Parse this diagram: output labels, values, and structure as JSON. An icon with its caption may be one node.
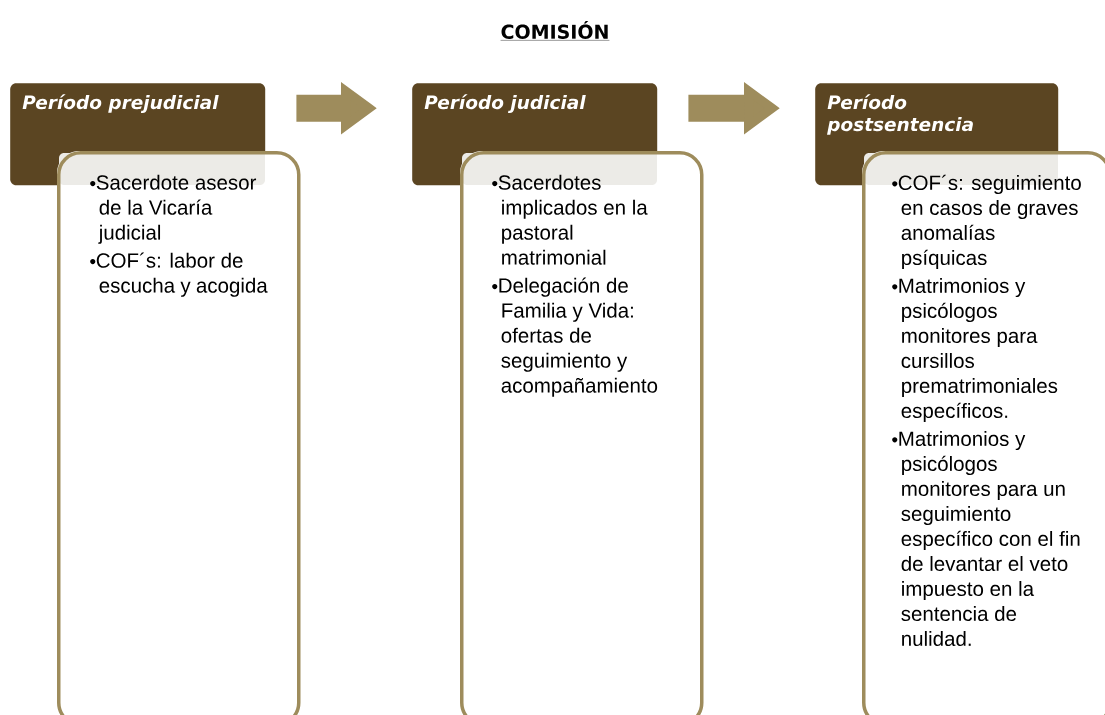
{
  "diagram": {
    "title": "COMISIÓN",
    "nodes": [
      {
        "text": [
          "Período prejudicial"
        ]
      },
      {
        "text": [
          "Sacerdote asesor de la Vicaría judicial",
          "COF´s: labor de escucha y acogida"
        ]
      },
      {
        "text": [
          "Período judicial"
        ]
      },
      {
        "text": [
          "Sacerdotes implicados en la pastoral matrimonial",
          "Delegación de Familia y Vida: ofertas de seguimiento y acompañamiento"
        ]
      },
      {
        "text": [
          "Período postsentencia"
        ]
      },
      {
        "text": [
          "COF´s: seguimiento en casos de graves anomalías psíquicas",
          "Matrimonios y psicólogos monitores para cursillos prematrimoniales específicos.",
          "Matrimonios y psicólogos monitores para un seguimiento específico con el fin de levantar el veto impuesto en la sentencia de nulidad."
        ]
      }
    ],
    "edges": [
      {
        "from": 0,
        "to": 2,
        "arrow": "to"
      },
      {
        "from": 2,
        "to": 4,
        "arrow": "to"
      }
    ]
  }
}
